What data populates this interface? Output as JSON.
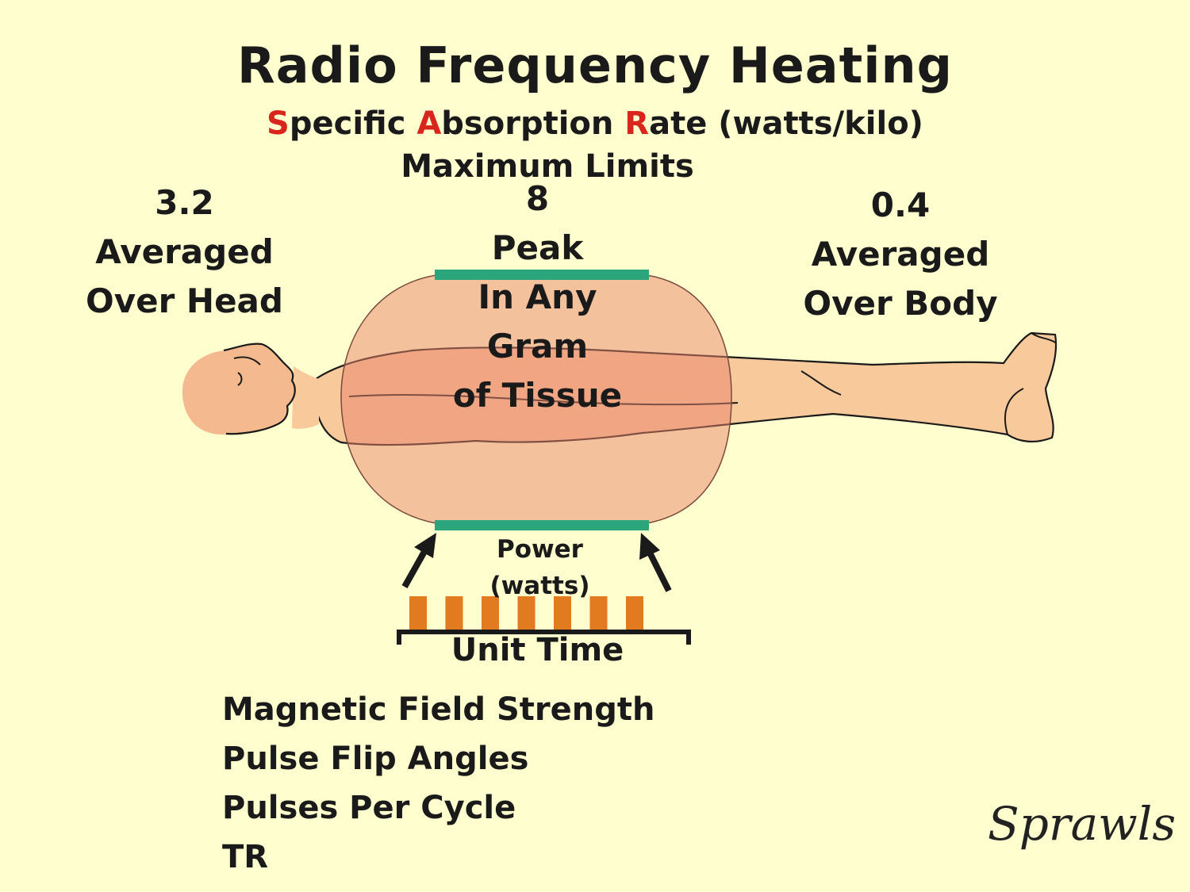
{
  "title": "Radio Frequency Heating",
  "subtitle": {
    "parts": [
      {
        "text": "S",
        "color": "#d9261c"
      },
      {
        "text": "pecific ",
        "color": "#1a1a1a"
      },
      {
        "text": "A",
        "color": "#d9261c"
      },
      {
        "text": "bsorption ",
        "color": "#1a1a1a"
      },
      {
        "text": "R",
        "color": "#d9261c"
      },
      {
        "text": "ate (watts/kilo)",
        "color": "#1a1a1a"
      }
    ]
  },
  "max_limits": "Maximum Limits",
  "limits": {
    "head": {
      "value": "3.2",
      "line1": "Averaged",
      "line2": "Over Head"
    },
    "peak": {
      "value": "8",
      "line1": "Peak",
      "line2": "In Any",
      "line3": "Gram",
      "line4": "of Tissue"
    },
    "body": {
      "value": "0.4",
      "line1": "Averaged",
      "line2": "Over Body"
    }
  },
  "power": {
    "line1": "Power",
    "line2": "(watts)"
  },
  "unit_time": "Unit Time",
  "pulse_count": 7,
  "factors": [
    "Magnetic Field Strength",
    "Pulse Flip Angles",
    "Pulses Per Cycle",
    "TR"
  ],
  "signature": "Sprawls",
  "colors": {
    "background": "#fefecf",
    "accent_red": "#d9261c",
    "plate_green": "#2aa57c",
    "pulse_orange": "#e07b20",
    "skin": "#f7c99b",
    "sphere": "#e9836c"
  },
  "icons": [
    "human-figure-icon",
    "rf-sphere-icon",
    "plate-icon",
    "arrow-icon",
    "pulse-icon"
  ]
}
